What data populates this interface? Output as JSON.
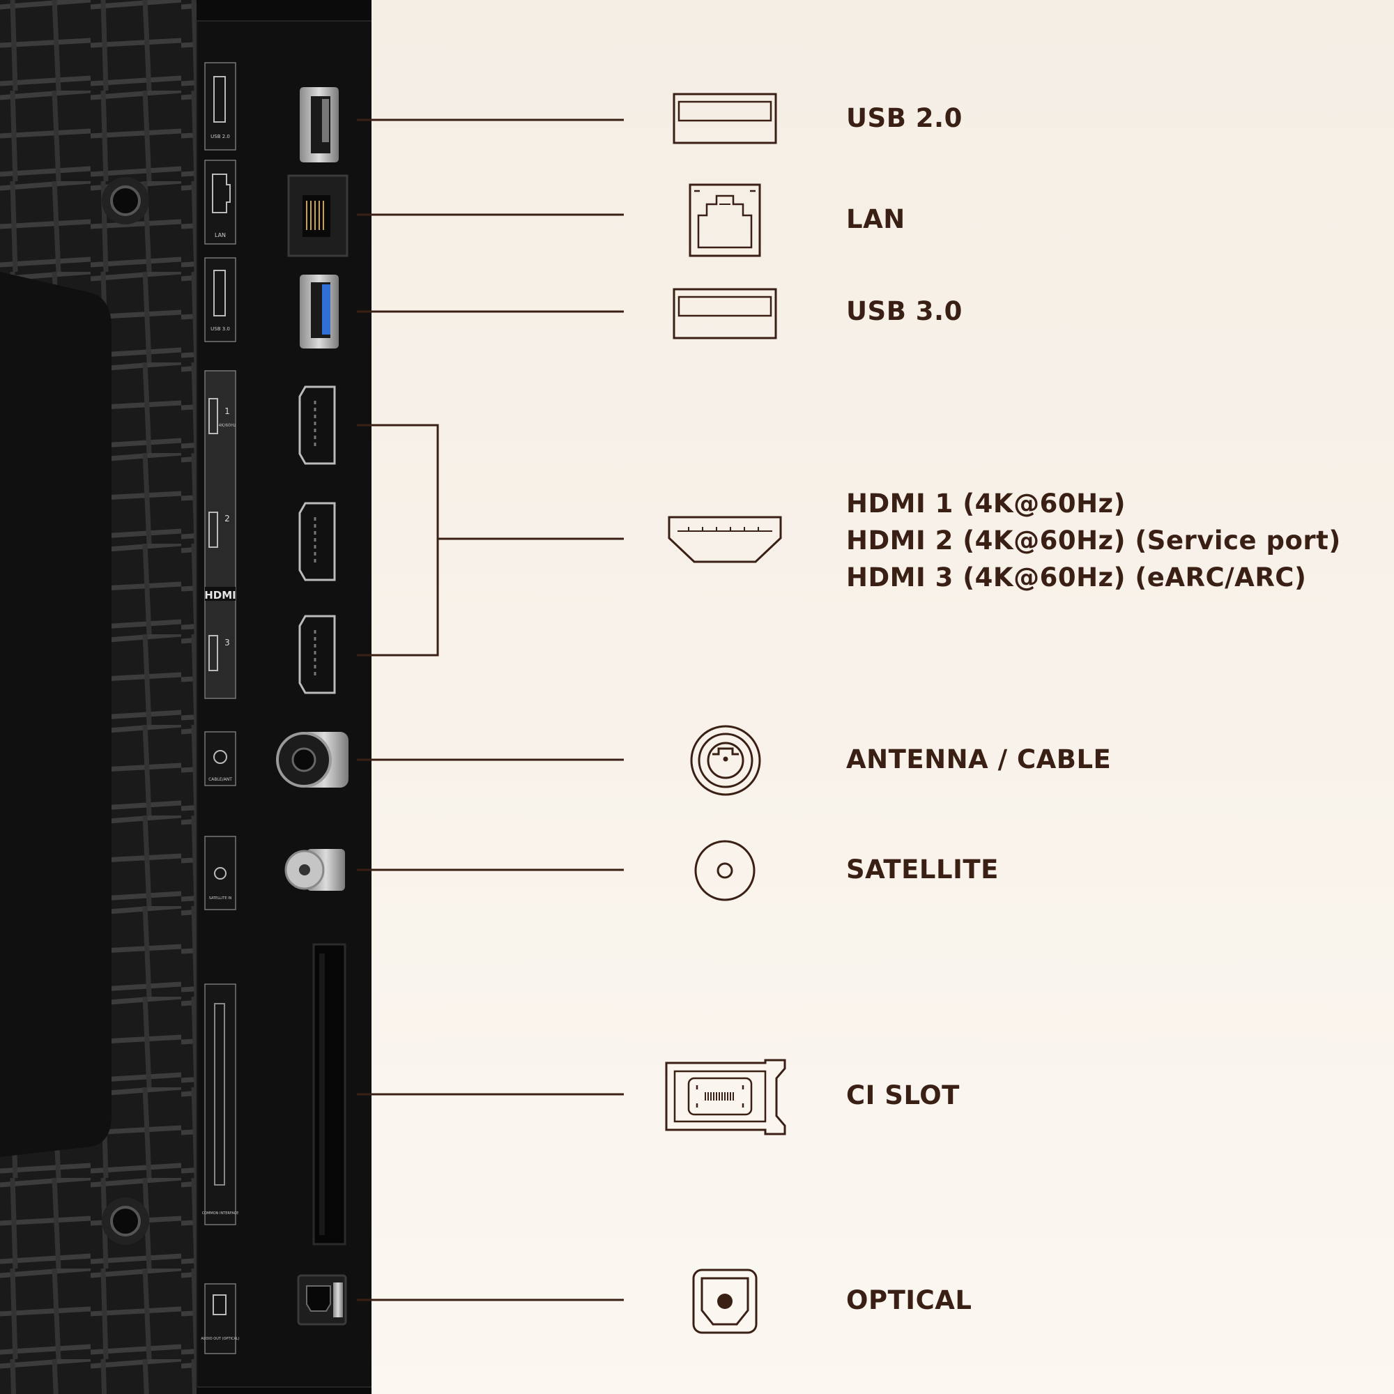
{
  "ports": [
    {
      "id": "usb2",
      "label": "USB 2.0",
      "icon": "usb-icon"
    },
    {
      "id": "lan",
      "label": "LAN",
      "icon": "ethernet-port-icon"
    },
    {
      "id": "usb3",
      "label": "USB 3.0",
      "icon": "usb-icon"
    },
    {
      "id": "hdmi",
      "labels": [
        "HDMI 1 (4K@60Hz)",
        "HDMI 2 (4K@60Hz) (Service port)",
        "HDMI 3 (4K@60Hz) (eARC/ARC)"
      ],
      "icon": "hdmi-port-icon"
    },
    {
      "id": "antenna",
      "label": "ANTENNA / CABLE",
      "icon": "antenna-coax-icon"
    },
    {
      "id": "satellite",
      "label": "SATELLITE",
      "icon": "satellite-connector-icon"
    },
    {
      "id": "ci",
      "label": "CI SLOT",
      "icon": "ci-module-icon"
    },
    {
      "id": "optical",
      "label": "OPTICAL",
      "icon": "optical-port-icon"
    }
  ],
  "panel_print": {
    "usb2": "USB 2.0",
    "lan": "LAN",
    "usb3": "USB 3.0",
    "hdmi_brand": "HDMI",
    "hdmi_1": "1",
    "hdmi_2": "2",
    "hdmi_3": "3",
    "hdmi_spec": "4K/60Hz",
    "cable_ant": "CABLE/ANT",
    "satellite_in": "SATELLITE IN",
    "common_interface": "COMMON INTERFACE",
    "audio_out": "AUDIO OUT (OPTICAL)"
  },
  "colors": {
    "accent": "#3a1f14",
    "background": "#f7f1e9",
    "panel": "#121212",
    "usb3_blue": "#2f6fd6"
  }
}
